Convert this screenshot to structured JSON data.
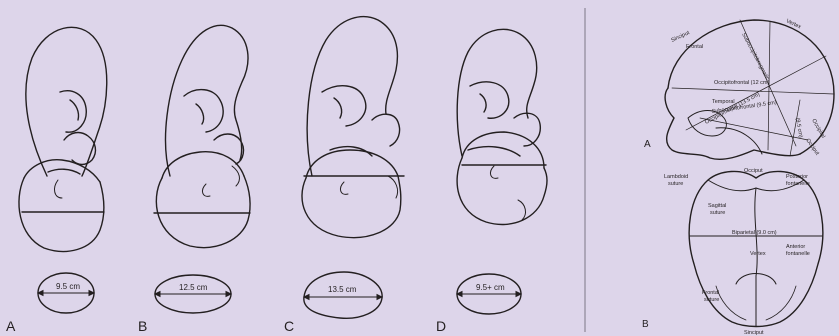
{
  "left_panel": {
    "figures": [
      {
        "letter": "A",
        "measurement": "9.5 cm"
      },
      {
        "letter": "B",
        "measurement": "12.5 cm"
      },
      {
        "letter": "C",
        "measurement": "13.5 cm"
      },
      {
        "letter": "D",
        "measurement": "9.5+ cm"
      }
    ]
  },
  "right_panel": {
    "top": {
      "letter": "A",
      "labels": {
        "sinciput": "Sinciput",
        "frontal": "Frontal",
        "vertex": "Vertex",
        "suboccipitobregmatic": "Suboccipitobregmatic",
        "occipitofrontal": "Occipitofrontal (12 cm)",
        "temporal": "Temporal",
        "suboccipitofrontal": "Suboccipitofrontal (9.5 cm)",
        "occipitomental": "Occipitomental (13.5 cm)",
        "occipital": "Occipital",
        "occiput": "Occiput",
        "dim95": "(9.5 cm)"
      }
    },
    "bottom": {
      "letter": "B",
      "labels": {
        "occiput": "Occiput",
        "lambdoid1": "Lambdoid",
        "lambdoid2": "suture",
        "posterior1": "Posterior",
        "posterior2": "fontanelle",
        "sagittal1": "Sagittal",
        "sagittal2": "suture",
        "biparietal": "Biparietal (9.0 cm)",
        "anterior1": "Anterior",
        "anterior2": "fontanelle",
        "vertex": "Vertex",
        "frontal1": "Frontal",
        "frontal2": "suture",
        "sinciput": "Sinciput"
      }
    }
  }
}
